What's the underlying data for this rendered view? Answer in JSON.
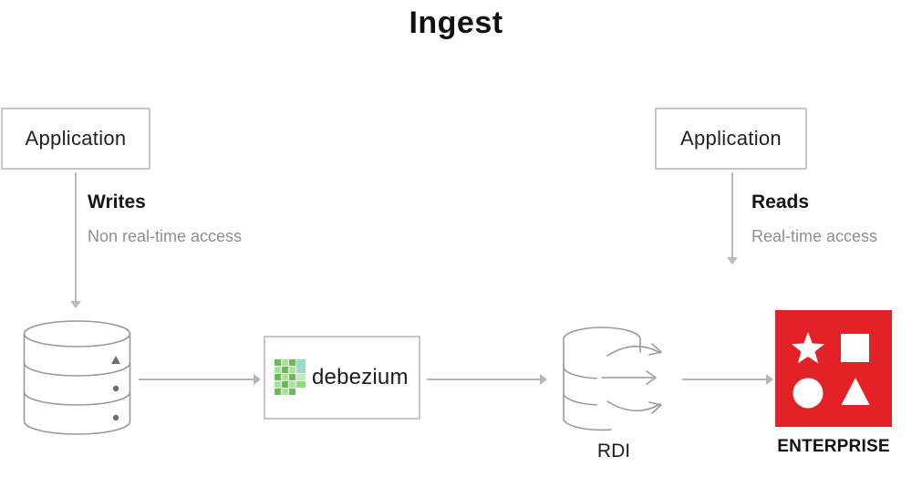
{
  "title": "Ingest",
  "colors": {
    "enterprise_red": "#e32227",
    "connector_gray": "#b5b5b5",
    "box_border_gray": "#c6c6c6",
    "icon_stroke_gray": "#979797",
    "text_primary": "#151515",
    "text_secondary": "#8e8e8e",
    "debezium_green_dark": "#5fc24d",
    "debezium_green_light": "#a5e59b",
    "debezium_teal": "#9adbc4"
  },
  "nodes": {
    "app_left": {
      "label": "Application"
    },
    "app_right": {
      "label": "Application"
    },
    "source_db": {
      "icon": "database-cylinder-icon"
    },
    "debezium": {
      "label": "debezium",
      "icon": "debezium-logo-icon"
    },
    "rdi": {
      "label": "RDI",
      "icon": "rdi-database-sync-icon"
    },
    "enterprise": {
      "label": "ENTERPRISE",
      "icon": "shapes-star-square-circle-triangle-icon"
    }
  },
  "edges": {
    "writes": {
      "label": "Writes",
      "sublabel": "Non real-time access"
    },
    "reads": {
      "label": "Reads",
      "sublabel": "Real-time access"
    }
  }
}
